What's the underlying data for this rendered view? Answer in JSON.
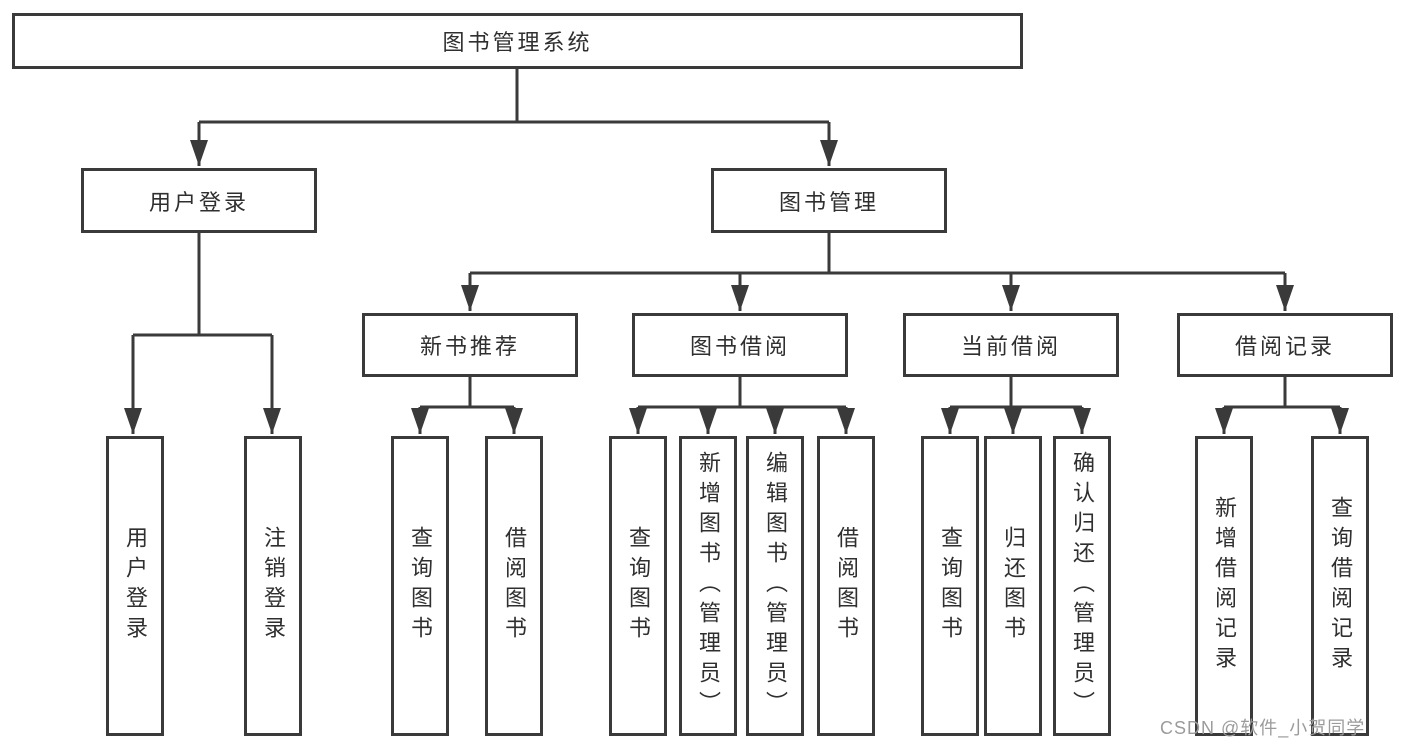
{
  "tree": {
    "label": "图书管理系统",
    "children": [
      {
        "label": "用户登录",
        "children": [
          {
            "label": "用户登录"
          },
          {
            "label": "注销登录"
          }
        ]
      },
      {
        "label": "图书管理",
        "children": [
          {
            "label": "新书推荐",
            "children": [
              {
                "label": "查询图书"
              },
              {
                "label": "借阅图书"
              }
            ]
          },
          {
            "label": "图书借阅",
            "children": [
              {
                "label": "查询图书"
              },
              {
                "label": "新增图书（管理员）"
              },
              {
                "label": "编辑图书（管理员）"
              },
              {
                "label": "借阅图书"
              }
            ]
          },
          {
            "label": "当前借阅",
            "children": [
              {
                "label": "查询图书"
              },
              {
                "label": "归还图书"
              },
              {
                "label": "确认归还（管理员）"
              }
            ]
          },
          {
            "label": "借阅记录",
            "children": [
              {
                "label": "新增借阅记录"
              },
              {
                "label": "查询借阅记录"
              }
            ]
          }
        ]
      }
    ]
  },
  "watermark": {
    "text": "CSDN @软件_小贺同学"
  },
  "colors": {
    "line": "#3a3a3a",
    "border": "#3a3a3a",
    "text": "#2f2f2f",
    "watermark": "#9b9b9b",
    "background": "#ffffff"
  }
}
